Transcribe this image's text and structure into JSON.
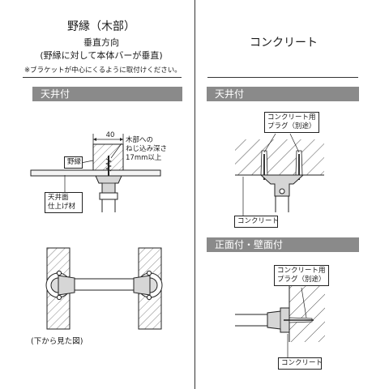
{
  "left": {
    "title": "野縁（木部）",
    "subtitle1": "垂直方向",
    "subtitle2": "(野縁に対して本体バーが垂直)",
    "note": "※ブラケットが中心にくるように取付けください。",
    "section_tag": "天井付",
    "dimension": "40",
    "depth_label_1": "木部への",
    "depth_label_2": "ねじ込み深さ",
    "depth_label_3": "17mm以上",
    "noen_label": "野縁",
    "ceiling_label_1": "天井面",
    "ceiling_label_2": "仕上げ材",
    "bottom_caption": "(下から見た図)"
  },
  "right": {
    "title": "コンクリート",
    "section_tag_ceiling": "天井付",
    "plug_label_1": "コンクリート用",
    "plug_label_2": "プラグ（別途）",
    "concrete_label_1": "コンクリート",
    "section_tag_wall": "正面付・壁面付",
    "plug2_label_1": "コンクリート用",
    "plug2_label_2": "プラグ（別途）",
    "concrete_label_2": "コンクリート"
  },
  "colors": {
    "tag_bg": "#8a8a8a",
    "line": "#222222",
    "bracket_fill": "#d6d6d6"
  }
}
